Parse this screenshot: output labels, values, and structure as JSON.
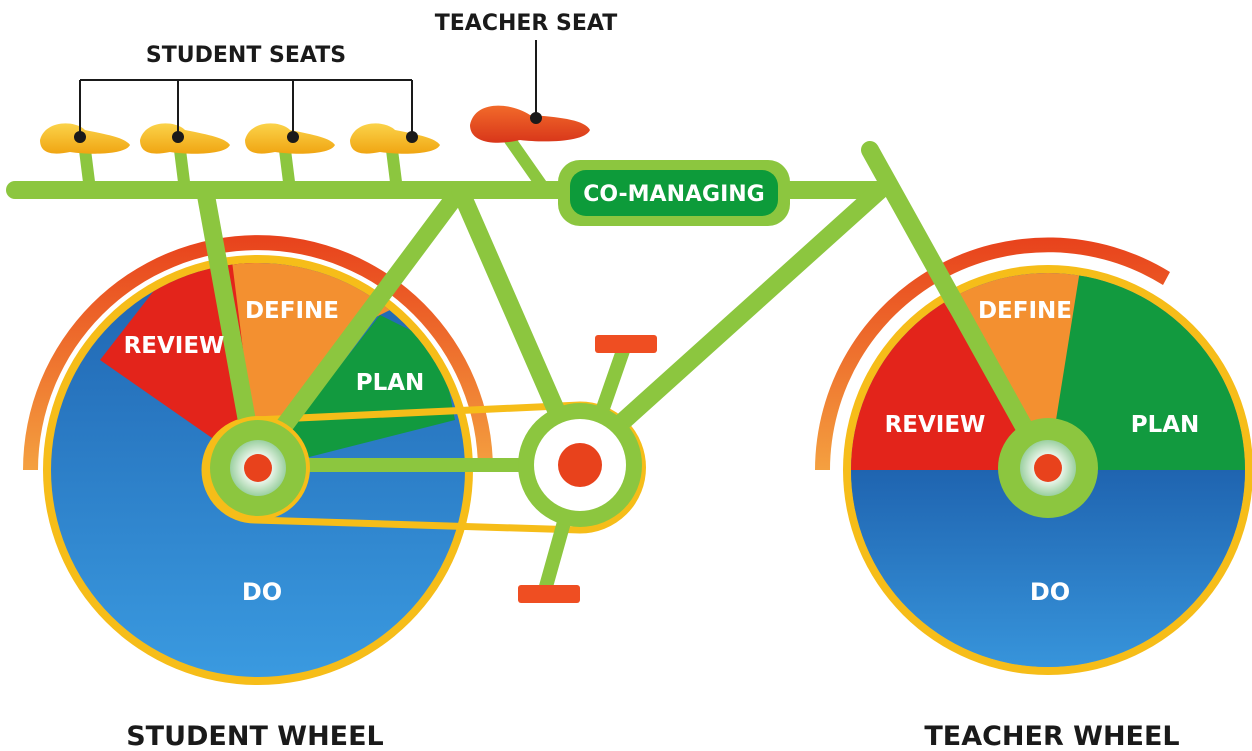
{
  "labels": {
    "student_seats": "STUDENT SEATS",
    "teacher_seat": "TEACHER SEAT",
    "co_managing": "CO-MANAGING",
    "student_wheel": "STUDENT WHEEL",
    "teacher_wheel": "TEACHER WHEEL"
  },
  "student_wheel_segments": {
    "review": "REVIEW",
    "define": "DEFINE",
    "plan": "PLAN",
    "do": "DO"
  },
  "teacher_wheel_segments": {
    "review": "REVIEW",
    "define": "DEFINE",
    "plan": "PLAN",
    "do": "DO"
  },
  "colors": {
    "frame_green": "#8cc63f",
    "dark_green": "#0d9b3a",
    "review_red": "#e3241b",
    "define_orange": "#f39030",
    "plan_green": "#129a3f",
    "do_blue": "#2f86cf",
    "rim_yellow": "#f6bd19",
    "fender_orange": "#ef4e22",
    "seat_yellow": "#f9c21a",
    "seat_red": "#e84a1e"
  }
}
